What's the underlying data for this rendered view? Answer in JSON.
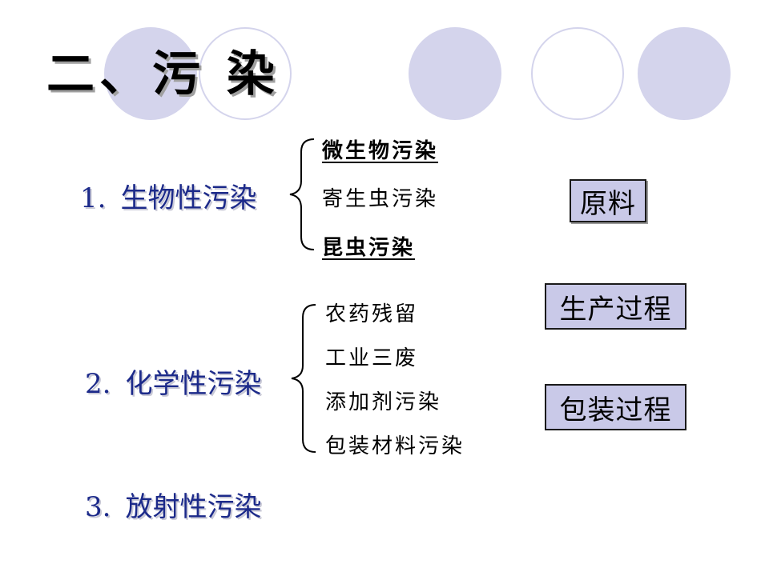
{
  "title": "二、污 染",
  "sections": [
    {
      "number": "1.",
      "label": "生物性污染",
      "items": [
        "微生物污染",
        "寄生虫污染",
        "昆虫污染"
      ]
    },
    {
      "number": "2.",
      "label": "化学性污染",
      "items": [
        "农药残留",
        "工业三废",
        "添加剂污染",
        "包装材料污染"
      ]
    },
    {
      "number": "3.",
      "label": "放射性污染",
      "items": []
    }
  ],
  "tags": [
    "原料",
    "生产过程",
    "包装过程"
  ],
  "colors": {
    "heading": "#1c2a8a",
    "circle": "#d4d4ec",
    "tag_fill": "#c9c9e8"
  }
}
